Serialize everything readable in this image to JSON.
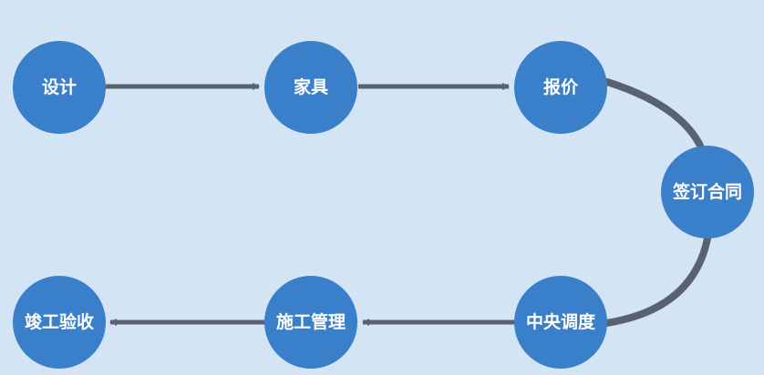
{
  "colors": {
    "background": "#d3e5f4",
    "node_fill": "#3a7fc9",
    "connector": "#5a6270"
  },
  "steps": [
    {
      "label": "设计"
    },
    {
      "label": "家具"
    },
    {
      "label": "报价"
    },
    {
      "label": "签订合同"
    },
    {
      "label": "中央调度"
    },
    {
      "label": "施工管理"
    },
    {
      "label": "竣工验收"
    }
  ]
}
